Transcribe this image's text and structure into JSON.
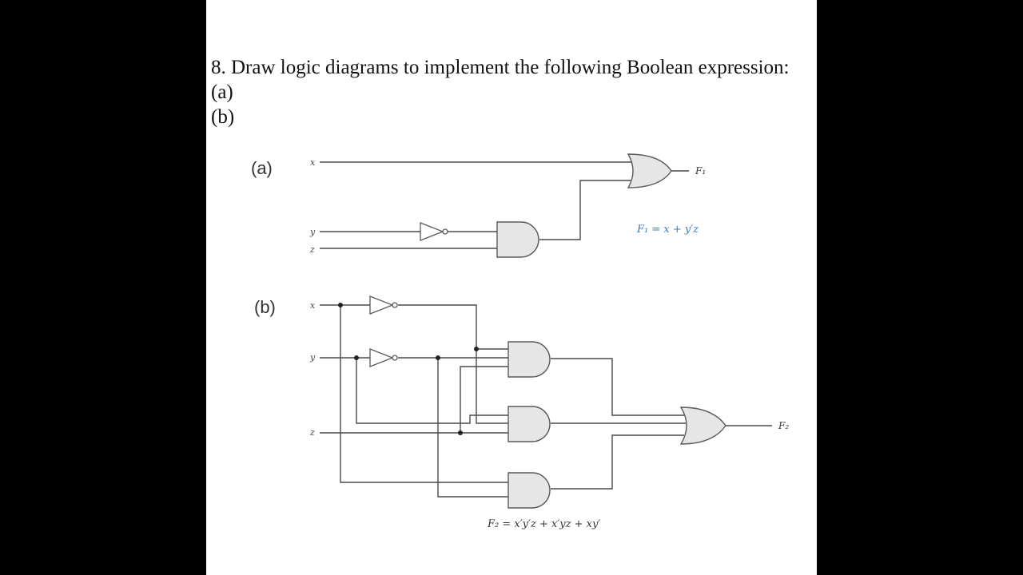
{
  "question": {
    "title": "8. Draw logic diagrams to implement the following Boolean expression:",
    "part_a": "(a)",
    "part_b": "(b)"
  },
  "diagram_a": {
    "label": "(a)",
    "inputs": {
      "x": "x",
      "y": "y",
      "z": "z"
    },
    "output": "F₁",
    "formula": "F₁ = x + y′z"
  },
  "diagram_b": {
    "label": "(b)",
    "inputs": {
      "x": "x",
      "y": "y",
      "z": "z"
    },
    "output": "F₂",
    "formula": "F₂ = x′y′z + x′yz + xy′"
  },
  "colors": {
    "page_background": "#000000",
    "document_background": "#ffffff",
    "gate_fill": "#e6e6e6",
    "formula_a": "#3a78b8"
  }
}
